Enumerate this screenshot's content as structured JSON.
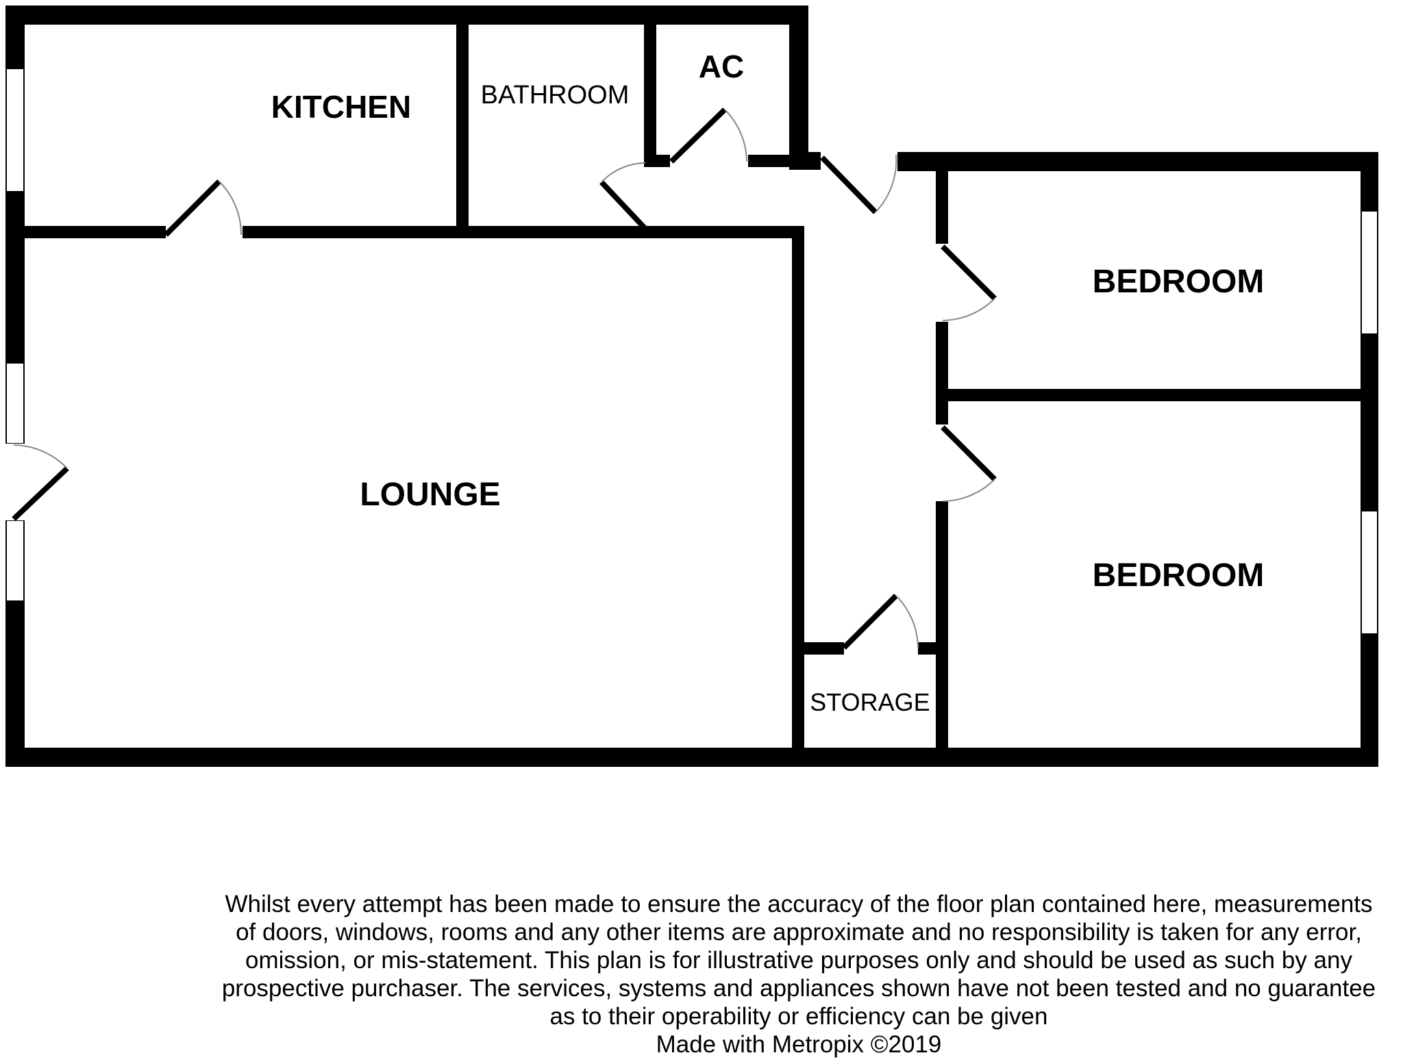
{
  "rooms": {
    "kitchen": "KITCHEN",
    "bathroom": "BATHROOM",
    "ac": "AC",
    "lounge": "LOUNGE",
    "bedroom_1": "BEDROOM",
    "bedroom_2": "BEDROOM",
    "storage": "STORAGE"
  },
  "disclaimer": {
    "lines": [
      "Whilst every attempt has been made to ensure the accuracy of the floor plan contained here, measurements",
      "of doors, windows, rooms and any other items are approximate and no responsibility is taken for any error,",
      "omission, or mis-statement. This plan is for illustrative purposes only and should be used as such by any",
      "prospective purchaser. The services, systems and appliances shown have not been tested and no guarantee",
      "as to their operability or efficiency can be given"
    ],
    "credit": "Made with Metropix ©2019"
  },
  "colors": {
    "wall": "#000000",
    "window": "#ffffff",
    "door_arc": "#888888",
    "background": "#ffffff"
  }
}
